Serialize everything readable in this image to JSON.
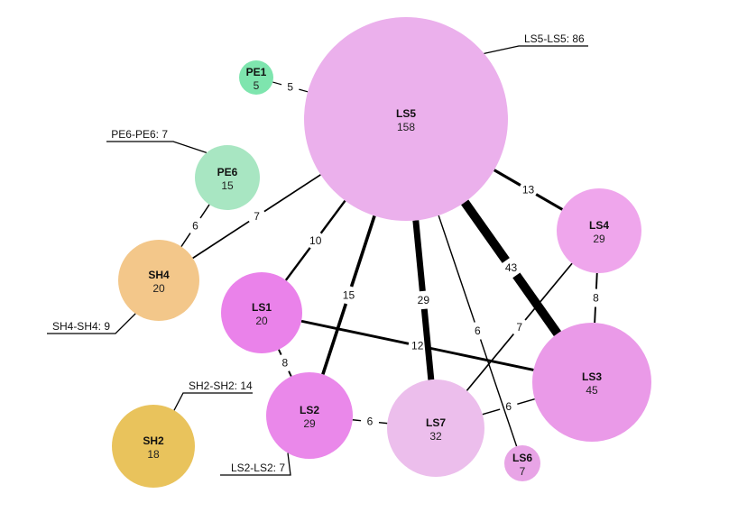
{
  "diagram": {
    "type": "network",
    "nodes": [
      {
        "id": "LS5",
        "value": "158",
        "color": "#ebb0ec"
      },
      {
        "id": "PE1",
        "value": "5",
        "color": "#7ee5ae"
      },
      {
        "id": "PE6",
        "value": "15",
        "color": "#a8e6c2"
      },
      {
        "id": "SH4",
        "value": "20",
        "color": "#f3c78a"
      },
      {
        "id": "LS1",
        "value": "20",
        "color": "#ea82ea"
      },
      {
        "id": "LS2",
        "value": "29",
        "color": "#ea88ea"
      },
      {
        "id": "LS4",
        "value": "29",
        "color": "#efa6ec"
      },
      {
        "id": "LS3",
        "value": "45",
        "color": "#ea9ae8"
      },
      {
        "id": "LS7",
        "value": "32",
        "color": "#ecbeec"
      },
      {
        "id": "LS6",
        "value": "7",
        "color": "#e8a4e6"
      },
      {
        "id": "SH2",
        "value": "18",
        "color": "#e9c35c"
      }
    ],
    "edges": [
      {
        "source": "PE1",
        "target": "LS5",
        "weight": "5"
      },
      {
        "source": "PE6",
        "target": "SH4",
        "weight": "6"
      },
      {
        "source": "SH4",
        "target": "LS5",
        "weight": "7"
      },
      {
        "source": "LS1",
        "target": "LS5",
        "weight": "10"
      },
      {
        "source": "LS2",
        "target": "LS5",
        "weight": "15"
      },
      {
        "source": "LS7",
        "target": "LS5",
        "weight": "29"
      },
      {
        "source": "LS6",
        "target": "LS5",
        "weight": "6"
      },
      {
        "source": "LS3",
        "target": "LS5",
        "weight": "43"
      },
      {
        "source": "LS4",
        "target": "LS5",
        "weight": "13"
      },
      {
        "source": "LS4",
        "target": "LS7",
        "weight": "7"
      },
      {
        "source": "LS4",
        "target": "LS3",
        "weight": "8"
      },
      {
        "source": "LS1",
        "target": "LS3",
        "weight": "12"
      },
      {
        "source": "LS1",
        "target": "LS2",
        "weight": "8"
      },
      {
        "source": "LS2",
        "target": "LS7",
        "weight": "6"
      },
      {
        "source": "LS7",
        "target": "LS3",
        "weight": "6"
      }
    ],
    "self_loops": [
      {
        "node": "LS5",
        "label": "LS5-LS5: 86"
      },
      {
        "node": "PE6",
        "label": "PE6-PE6: 7"
      },
      {
        "node": "SH4",
        "label": "SH4-SH4: 9"
      },
      {
        "node": "SH2",
        "label": "SH2-SH2: 14"
      },
      {
        "node": "LS2",
        "label": "LS2-LS2: 7"
      }
    ]
  }
}
